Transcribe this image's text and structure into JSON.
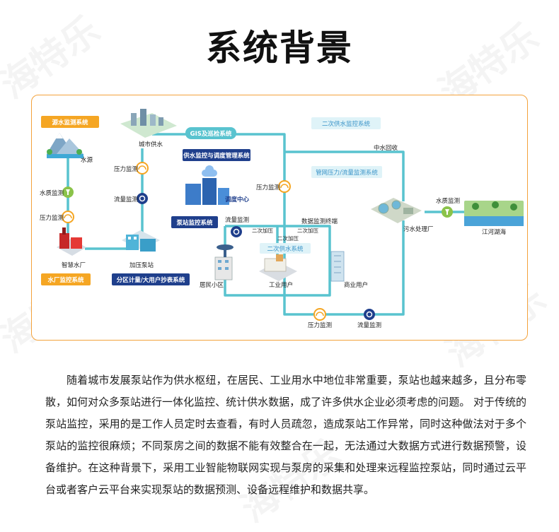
{
  "title": "系统背景",
  "watermark": "海特乐",
  "diagram": {
    "tags": {
      "water_source_monitor": "源水监测系统",
      "gis": "GIS及巡检系统",
      "supply_dispatch": "供水监控与调度管理系统",
      "secondary_supply_top": "二次供水监控系统",
      "pipe_monitor": "管网压力/流量监测系统",
      "pump_station": "泵站监控系统",
      "secondary_supply_mid": "二次供水系统",
      "plant_monitor": "水厂监控系统",
      "metering": "分区计量/大用户抄表系统"
    },
    "labels": {
      "city_supply": "城市供水",
      "water_source": "水源",
      "pressure_1": "压力监测",
      "flow_1": "流量监测",
      "quality_1": "水质监测",
      "pressure_2": "压力监测",
      "dispatch_center": "调度中心",
      "pressure_3": "压力监测",
      "smart_plant": "智慧水厂",
      "booster": "加压泵站",
      "flow_2": "流量监测",
      "boost_a": "二次加压",
      "boost_b": "二次加压",
      "boost_c": "二次加压",
      "data_terminal": "数据监测终端",
      "residential": "居民小区",
      "industrial": "工业用户",
      "commercial": "商业用户",
      "pressure_4": "压力监测",
      "flow_3": "流量监测",
      "reclaimed": "中水回收",
      "quality_2": "水质监测",
      "sewage_plant": "污水处理厂",
      "rivers": "江河湖海"
    }
  },
  "paragraph": "随着城市发展泵站作为供水枢纽，在居民、工业用水中地位非常重要，泵站也越来越多，且分布零散，如何对众多泵站进行一体化监控、统计供水数据，成了许多供水企业必须考虑的问题。 对于传统的泵站监控，采用的是工作人员定时去查看，有时人员疏忽，造成泵站工作异常，同时这种做法对于多个泵站的监控很麻烦；不同泵房之间的数据不能有效整合在一起，无法通过大数据方式进行数据预警，设备维护。在这种背景下，采用工业智能物联网实现与泵房的采集和处理来远程监控泵站，同时通过云平台或者客户云平台来实现泵站的数据预测、设备远程维护和数据共享。",
  "colors": {
    "pipe": "#59c3cf",
    "orange_tag": "#f5a623",
    "navy_tag": "#1f3f8c",
    "light_tag": "#dff3f8",
    "frame": "#f3a23c"
  }
}
